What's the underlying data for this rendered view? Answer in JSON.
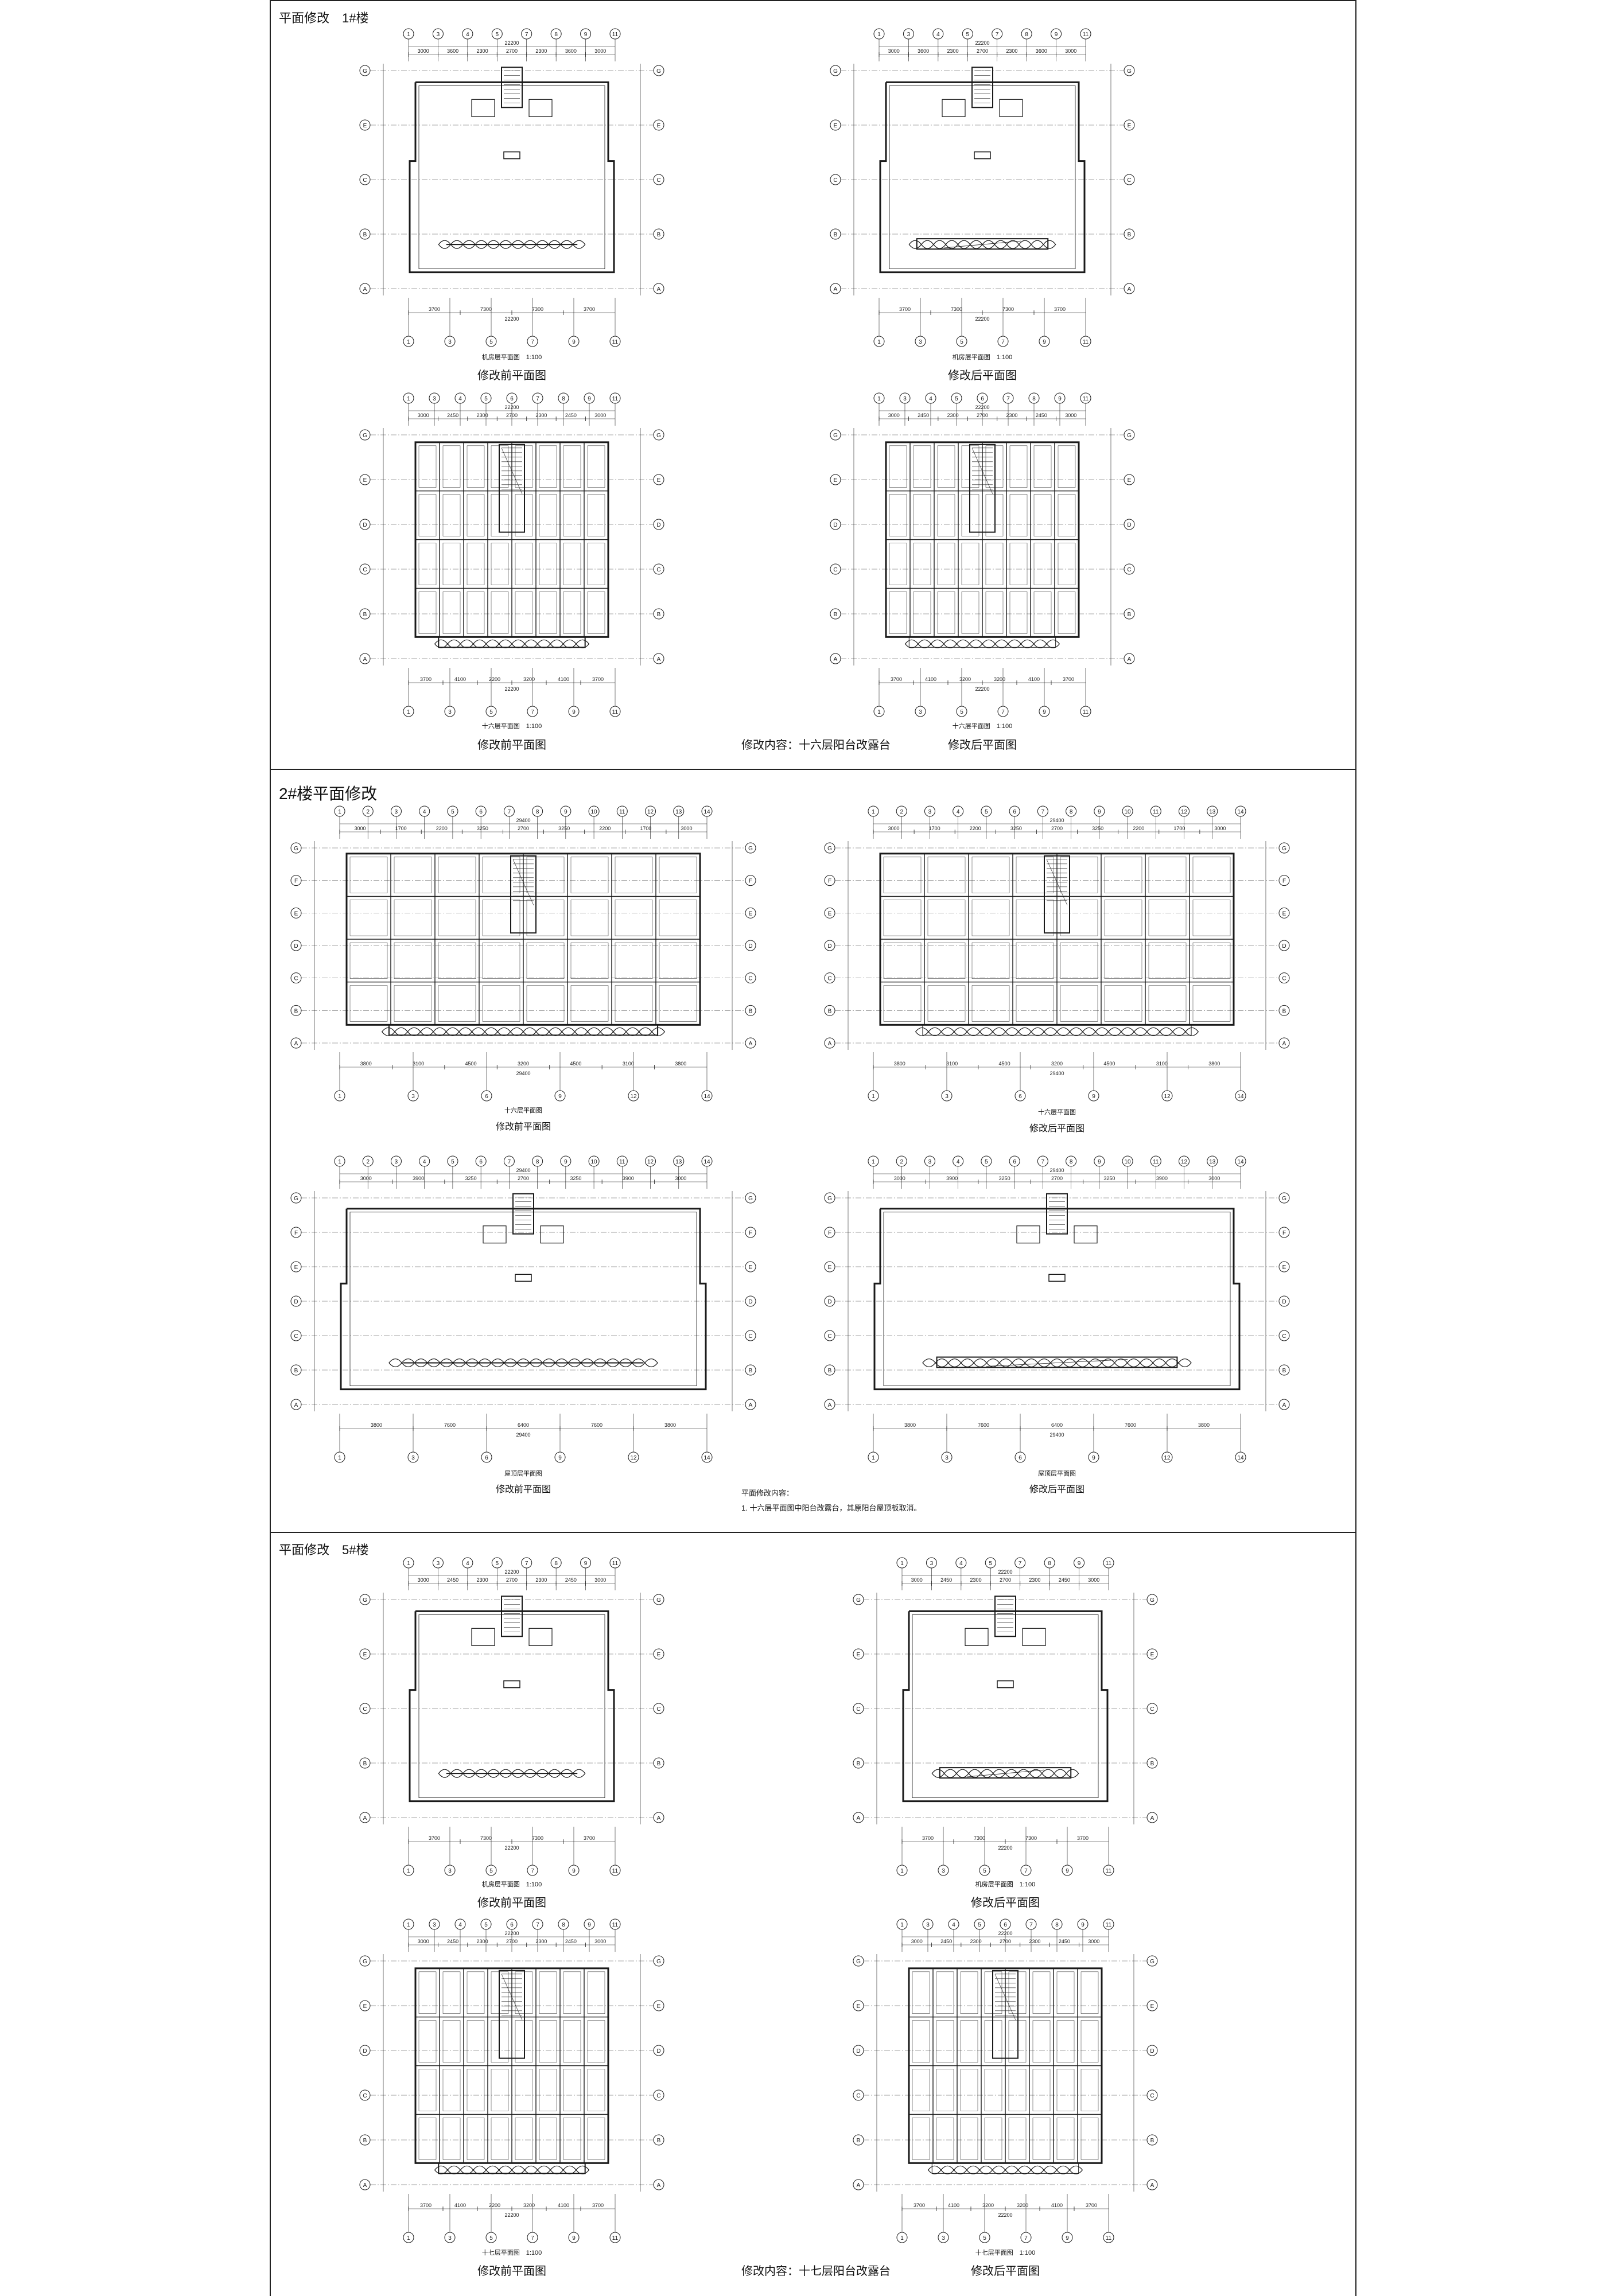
{
  "sheet1": {
    "title": "平面修改　1#楼",
    "plans": [
      {
        "kind": "roof",
        "scale_caption": "机房层平面图　1:100",
        "caption": "修改前平面图",
        "variant": "before",
        "axes_top": [
          "1",
          "3",
          "4",
          "5",
          "7",
          "8",
          "9",
          "11"
        ],
        "axes_bottom": [
          "1",
          "3",
          "5",
          "7",
          "9",
          "11"
        ],
        "rows": [
          "G",
          "E",
          "C",
          "B",
          "A"
        ],
        "dims_top": [
          "3000",
          "3600",
          "2300",
          "2700",
          "2300",
          "3600",
          "3000"
        ],
        "dims_bottom": [
          "3700",
          "7300",
          "7300",
          "3700"
        ],
        "total": "22200"
      },
      {
        "kind": "roof",
        "scale_caption": "机房层平面图　1:100",
        "caption": "修改后平面图",
        "variant": "after",
        "axes_top": [
          "1",
          "3",
          "4",
          "5",
          "7",
          "8",
          "9",
          "11"
        ],
        "axes_bottom": [
          "1",
          "3",
          "5",
          "7",
          "9",
          "11"
        ],
        "rows": [
          "G",
          "E",
          "C",
          "B",
          "A"
        ],
        "dims_top": [
          "3000",
          "3600",
          "2300",
          "2700",
          "2300",
          "3600",
          "3000"
        ],
        "dims_bottom": [
          "3700",
          "7300",
          "7300",
          "3700"
        ],
        "total": "22200"
      },
      {
        "kind": "floor",
        "scale_caption": "十六层平面图　1:100",
        "caption": "修改前平面图",
        "variant": "before",
        "axes_top": [
          "1",
          "3",
          "4",
          "5",
          "6",
          "7",
          "8",
          "9",
          "11"
        ],
        "axes_bottom": [
          "1",
          "3",
          "5",
          "7",
          "9",
          "11"
        ],
        "rows": [
          "G",
          "E",
          "D",
          "C",
          "B",
          "A"
        ],
        "dims_top": [
          "3000",
          "2450",
          "2300",
          "2700",
          "2300",
          "2450",
          "3000"
        ],
        "dims_bottom": [
          "3700",
          "4100",
          "2200",
          "3200",
          "4100",
          "3700"
        ],
        "total": "22200"
      },
      {
        "kind": "floor",
        "scale_caption": "十六层平面图　1:100",
        "caption": "修改后平面图",
        "variant": "after",
        "axes_top": [
          "1",
          "3",
          "4",
          "5",
          "6",
          "7",
          "8",
          "9",
          "11"
        ],
        "axes_bottom": [
          "1",
          "3",
          "5",
          "7",
          "9",
          "11"
        ],
        "rows": [
          "G",
          "E",
          "D",
          "C",
          "B",
          "A"
        ],
        "dims_top": [
          "3000",
          "2450",
          "2300",
          "2700",
          "2300",
          "2450",
          "3000"
        ],
        "dims_bottom": [
          "3700",
          "4100",
          "3200",
          "3200",
          "4100",
          "3700"
        ],
        "total": "22200"
      }
    ],
    "note": "修改内容：十六层阳台改露台"
  },
  "sheet2": {
    "title": "2#楼平面修改",
    "plans": [
      {
        "kind": "floor",
        "scale_caption": "十六层平面图",
        "caption": "修改前平面图",
        "variant": "before",
        "axes_top": [
          "1",
          "2",
          "3",
          "4",
          "5",
          "6",
          "7",
          "8",
          "9",
          "10",
          "11",
          "12",
          "13",
          "14"
        ],
        "axes_bottom": [
          "1",
          "3",
          "6",
          "9",
          "12",
          "14"
        ],
        "rows": [
          "G",
          "F",
          "E",
          "D",
          "C",
          "B",
          "A"
        ],
        "dims_top": [
          "3000",
          "1700",
          "2200",
          "3250",
          "2700",
          "3250",
          "2200",
          "1700",
          "3000"
        ],
        "dims_bottom": [
          "3800",
          "3100",
          "4500",
          "3200",
          "4500",
          "3100",
          "3800"
        ],
        "total": "29400"
      },
      {
        "kind": "floor",
        "scale_caption": "十六层平面图",
        "caption": "修改后平面图",
        "variant": "after",
        "axes_top": [
          "1",
          "2",
          "3",
          "4",
          "5",
          "6",
          "7",
          "8",
          "9",
          "10",
          "11",
          "12",
          "13",
          "14"
        ],
        "axes_bottom": [
          "1",
          "3",
          "6",
          "9",
          "12",
          "14"
        ],
        "rows": [
          "G",
          "F",
          "E",
          "D",
          "C",
          "B",
          "A"
        ],
        "dims_top": [
          "3000",
          "1700",
          "2200",
          "3250",
          "2700",
          "3250",
          "2200",
          "1700",
          "3000"
        ],
        "dims_bottom": [
          "3800",
          "3100",
          "4500",
          "3200",
          "4500",
          "3100",
          "3800"
        ],
        "total": "29400"
      },
      {
        "kind": "roof",
        "scale_caption": "屋顶层平面图",
        "caption": "修改前平面图",
        "variant": "before",
        "axes_top": [
          "1",
          "2",
          "3",
          "4",
          "5",
          "6",
          "7",
          "8",
          "9",
          "10",
          "11",
          "12",
          "13",
          "14"
        ],
        "axes_bottom": [
          "1",
          "3",
          "6",
          "9",
          "12",
          "14"
        ],
        "rows": [
          "G",
          "F",
          "E",
          "D",
          "C",
          "B",
          "A"
        ],
        "dims_top": [
          "3000",
          "3900",
          "3250",
          "2700",
          "3250",
          "3900",
          "3000"
        ],
        "dims_bottom": [
          "3800",
          "7600",
          "6400",
          "7600",
          "3800"
        ],
        "total": "29400"
      },
      {
        "kind": "roof",
        "scale_caption": "屋顶层平面图",
        "caption": "修改后平面图",
        "variant": "after",
        "axes_top": [
          "1",
          "2",
          "3",
          "4",
          "5",
          "6",
          "7",
          "8",
          "9",
          "10",
          "11",
          "12",
          "13",
          "14"
        ],
        "axes_bottom": [
          "1",
          "3",
          "6",
          "9",
          "12",
          "14"
        ],
        "rows": [
          "G",
          "F",
          "E",
          "D",
          "C",
          "B",
          "A"
        ],
        "dims_top": [
          "3000",
          "3900",
          "3250",
          "2700",
          "3250",
          "3900",
          "3000"
        ],
        "dims_bottom": [
          "3800",
          "7600",
          "6400",
          "7600",
          "3800"
        ],
        "total": "29400"
      }
    ],
    "note_title": "平面修改内容：",
    "note_line": "1. 十六层平面图中阳台改露台，其原阳台屋顶板取消。"
  },
  "sheet3": {
    "title": "平面修改　5#楼",
    "plans": [
      {
        "kind": "roof",
        "scale_caption": "机房层平面图　1:100",
        "caption": "修改前平面图",
        "variant": "before",
        "axes_top": [
          "1",
          "3",
          "4",
          "5",
          "7",
          "8",
          "9",
          "11"
        ],
        "axes_bottom": [
          "1",
          "3",
          "5",
          "7",
          "9",
          "11"
        ],
        "rows": [
          "G",
          "E",
          "C",
          "B",
          "A"
        ],
        "dims_top": [
          "3000",
          "2450",
          "2300",
          "2700",
          "2300",
          "2450",
          "3000"
        ],
        "dims_bottom": [
          "3700",
          "7300",
          "7300",
          "3700"
        ],
        "total": "22200"
      },
      {
        "kind": "roof",
        "scale_caption": "机房层平面图　1:100",
        "caption": "修改后平面图",
        "variant": "after",
        "axes_top": [
          "1",
          "3",
          "4",
          "5",
          "7",
          "8",
          "9",
          "11"
        ],
        "axes_bottom": [
          "1",
          "3",
          "5",
          "7",
          "9",
          "11"
        ],
        "rows": [
          "G",
          "E",
          "C",
          "B",
          "A"
        ],
        "dims_top": [
          "3000",
          "2450",
          "2300",
          "2700",
          "2300",
          "2450",
          "3000"
        ],
        "dims_bottom": [
          "3700",
          "7300",
          "7300",
          "3700"
        ],
        "total": "22200"
      },
      {
        "kind": "floor",
        "scale_caption": "十七层平面图　1:100",
        "caption": "修改前平面图",
        "variant": "before",
        "axes_top": [
          "1",
          "3",
          "4",
          "5",
          "6",
          "7",
          "8",
          "9",
          "11"
        ],
        "axes_bottom": [
          "1",
          "3",
          "5",
          "7",
          "9",
          "11"
        ],
        "rows": [
          "G",
          "E",
          "D",
          "C",
          "B",
          "A"
        ],
        "dims_top": [
          "3000",
          "2450",
          "2300",
          "2700",
          "2300",
          "2450",
          "3000"
        ],
        "dims_bottom": [
          "3700",
          "4100",
          "2200",
          "3200",
          "4100",
          "3700"
        ],
        "total": "22200"
      },
      {
        "kind": "floor",
        "scale_caption": "十七层平面图　1:100",
        "caption": "修改后平面图",
        "variant": "after",
        "axes_top": [
          "1",
          "3",
          "4",
          "5",
          "6",
          "7",
          "8",
          "9",
          "11"
        ],
        "axes_bottom": [
          "1",
          "3",
          "5",
          "7",
          "9",
          "11"
        ],
        "rows": [
          "G",
          "E",
          "D",
          "C",
          "B",
          "A"
        ],
        "dims_top": [
          "3000",
          "2450",
          "2300",
          "2700",
          "2300",
          "2450",
          "3000"
        ],
        "dims_bottom": [
          "3700",
          "4100",
          "3200",
          "3200",
          "4100",
          "3700"
        ],
        "total": "22200"
      }
    ],
    "note": "修改内容：十七层阳台改露台"
  },
  "colors": {
    "line": "#1a1a1a",
    "frame": "#222222",
    "paper": "#ffffff"
  }
}
